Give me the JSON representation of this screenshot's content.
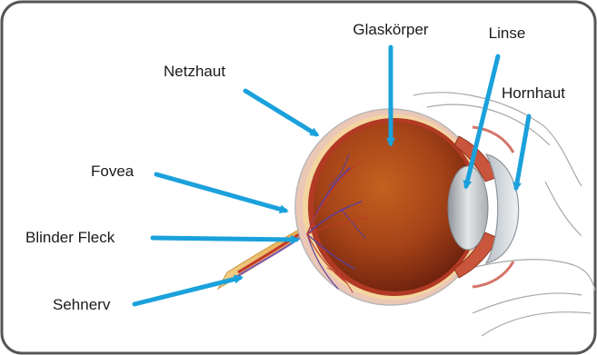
{
  "diagram": {
    "subject": "eye-cross-section",
    "labels": {
      "glaskoerper": "Glaskörper",
      "linse": "Linse",
      "netzhaut": "Netzhaut",
      "hornhaut": "Hornhaut",
      "fovea": "Fovea",
      "blinder_fleck": "Blinder Fleck",
      "sehnerv": "Sehnerv"
    }
  },
  "colors": {
    "frame": "#555555",
    "arrow": "#1aa1dc",
    "sclera": "#e9c3b0",
    "retina_rim": "#f6d7a2",
    "choroid": "#b23a24",
    "vitreous_outer": "#7f2a12",
    "vitreous_inner": "#b5511c",
    "vessel": "#5c3f9b",
    "lens": "#c7cbcf",
    "cornea": "#d9dee3",
    "nerve": "#e9b760",
    "outline": "#9a9a9a"
  }
}
